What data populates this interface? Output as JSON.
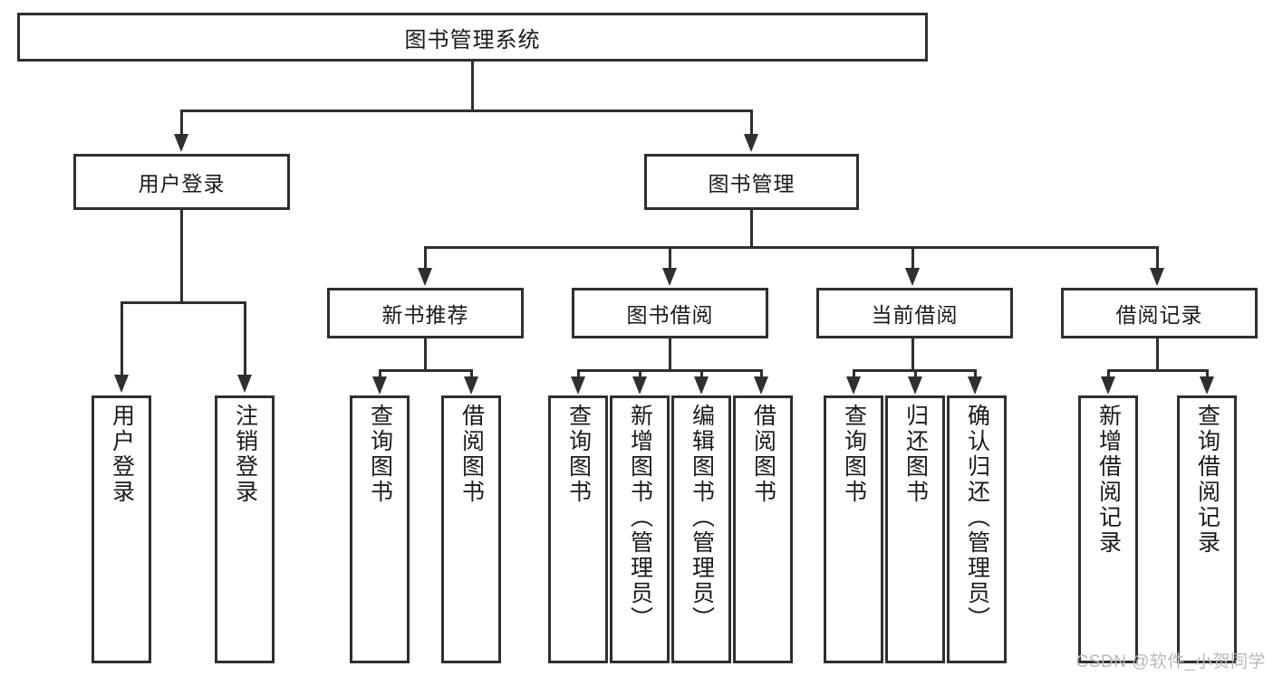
{
  "diagram": {
    "title": "图书管理系统",
    "type": "hierarchy-tree",
    "root": {
      "label": "图书管理系统"
    },
    "level2": [
      {
        "label": "用户登录"
      },
      {
        "label": "图书管理"
      }
    ],
    "level3": [
      {
        "label": "新书推荐"
      },
      {
        "label": "图书借阅"
      },
      {
        "label": "当前借阅"
      },
      {
        "label": "借阅记录"
      }
    ],
    "leaves": {
      "user_login": [
        {
          "label": "用户登录"
        },
        {
          "label": "注销登录"
        }
      ],
      "new_book_recommend": [
        {
          "label": "查询图书"
        },
        {
          "label": "借阅图书"
        }
      ],
      "book_borrow": [
        {
          "label": "查询图书"
        },
        {
          "label": "新增图书（管理员）"
        },
        {
          "label": "编辑图书（管理员）"
        },
        {
          "label": "借阅图书"
        }
      ],
      "current_borrow": [
        {
          "label": "查询图书"
        },
        {
          "label": "归还图书"
        },
        {
          "label": "确认归还（管理员）"
        }
      ],
      "borrow_record": [
        {
          "label": "新增借阅记录"
        },
        {
          "label": "查询借阅记录"
        }
      ]
    }
  },
  "watermark": {
    "text": "CSDN @软件_小贺同学"
  },
  "colors": {
    "stroke": "#2f2f2f",
    "background": "#ffffff",
    "text": "#1a1a1a",
    "watermark": "#b9b9b9"
  }
}
